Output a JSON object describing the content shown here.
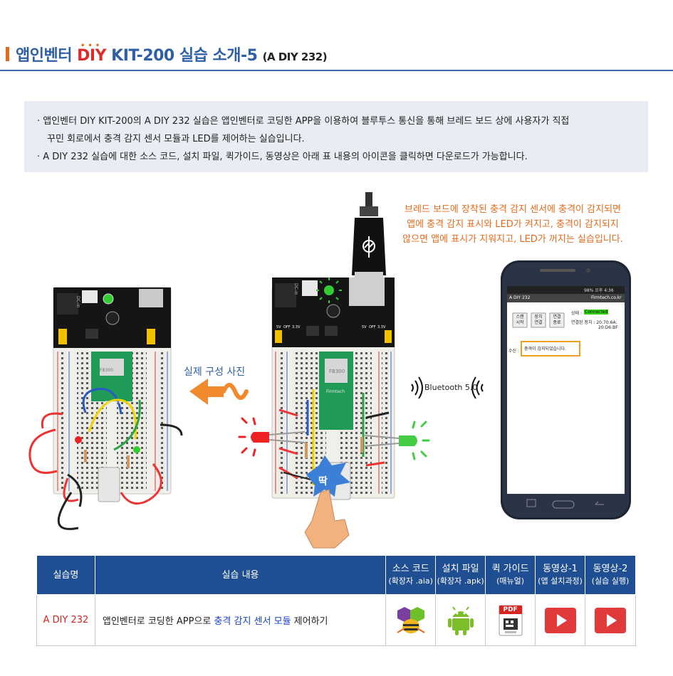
{
  "header": {
    "title_pre": "앱인벤터 ",
    "title_diy": "DIY",
    "title_post": " KIT-200 실습 소개-5 ",
    "title_sub": "(A DIY 232)"
  },
  "info": {
    "lines": [
      "· 앱인벤터 DIY KIT-200의 A DIY 232 실습은 앱인벤터로 코딩한 APP을 이용하여 블루투스 통신을 통해 브레드 보드 상에 사용자가 직접",
      "꾸민 회로에서 충격 감지 센서 모듈과 LED를 제어하는 실습입니다.",
      "· A DIY 232 실습에 대한 소스 코드, 설치 파일, 퀵가이드, 동영상은 아래 표 내용의 아이콘을 클릭하면 다운로드가 가능합니다."
    ]
  },
  "illustration": {
    "callout_lines": [
      "브레드 보드에 장착된 충격 감지 센서에 충격이 감지되면",
      "앱에 충격 감지 표시와 LED가 켜지고, 충격이 감지되지",
      "않으면 앱에 표시가 지워지고, LED가 꺼지는 실습입니다."
    ],
    "real_photo_label": "실제 구성 사진",
    "bluetooth_label": "Bluetooth 5.0",
    "tap_label": "딱",
    "board_labels": {
      "dc_in": "DC-in",
      "v5": "5V",
      "off": "OFF",
      "v33": "3.3V",
      "module": "FB300",
      "module_brand": "Firmtech",
      "module_brand_real": "Firmtech"
    },
    "phone": {
      "status_bar": "98% 오후 4:36",
      "app_title": "A DIY 232",
      "app_brand": "Firmtech.co.kr",
      "btn_scan": [
        "스캔",
        "시작"
      ],
      "btn_connect": [
        "장치",
        "연결"
      ],
      "btn_disconnect": [
        "연결",
        "종료"
      ],
      "state_label": "상태 :",
      "state_value": "Connected",
      "device_label": "연결된 장치 : 20:70:6A:",
      "device_value2": "20:D6:BF",
      "recv_label": "수신 :",
      "recv_value": "충격이 감지되었습니다."
    }
  },
  "table": {
    "headers": [
      {
        "main": "실습명",
        "sub": ""
      },
      {
        "main": "실습 내용",
        "sub": ""
      },
      {
        "main": "소스 코드",
        "sub": "(확장자 .aia)"
      },
      {
        "main": "설치 파일",
        "sub": "(확장자 .apk)"
      },
      {
        "main": "퀵 가이드",
        "sub": "(매뉴얼)"
      },
      {
        "main": "동영상-1",
        "sub": "(앱 설치과정)"
      },
      {
        "main": "동영상-2",
        "sub": "(실습 실행)"
      }
    ],
    "row": {
      "name": "A DIY 232",
      "content_pre": "앱인벤터로 코딩한 APP으로 ",
      "content_hl": "충격 감지 센서 모듈",
      "content_post": " 제어하기",
      "pdf_label": "PDF"
    }
  },
  "colors": {
    "title_blue": "#2f5fa5",
    "diy_red": "#e02a2a",
    "accent_orange": "#e46b1c",
    "table_header": "#1f4f92",
    "info_bg": "#e8edf3",
    "highlight_blue": "#1a44c8"
  }
}
